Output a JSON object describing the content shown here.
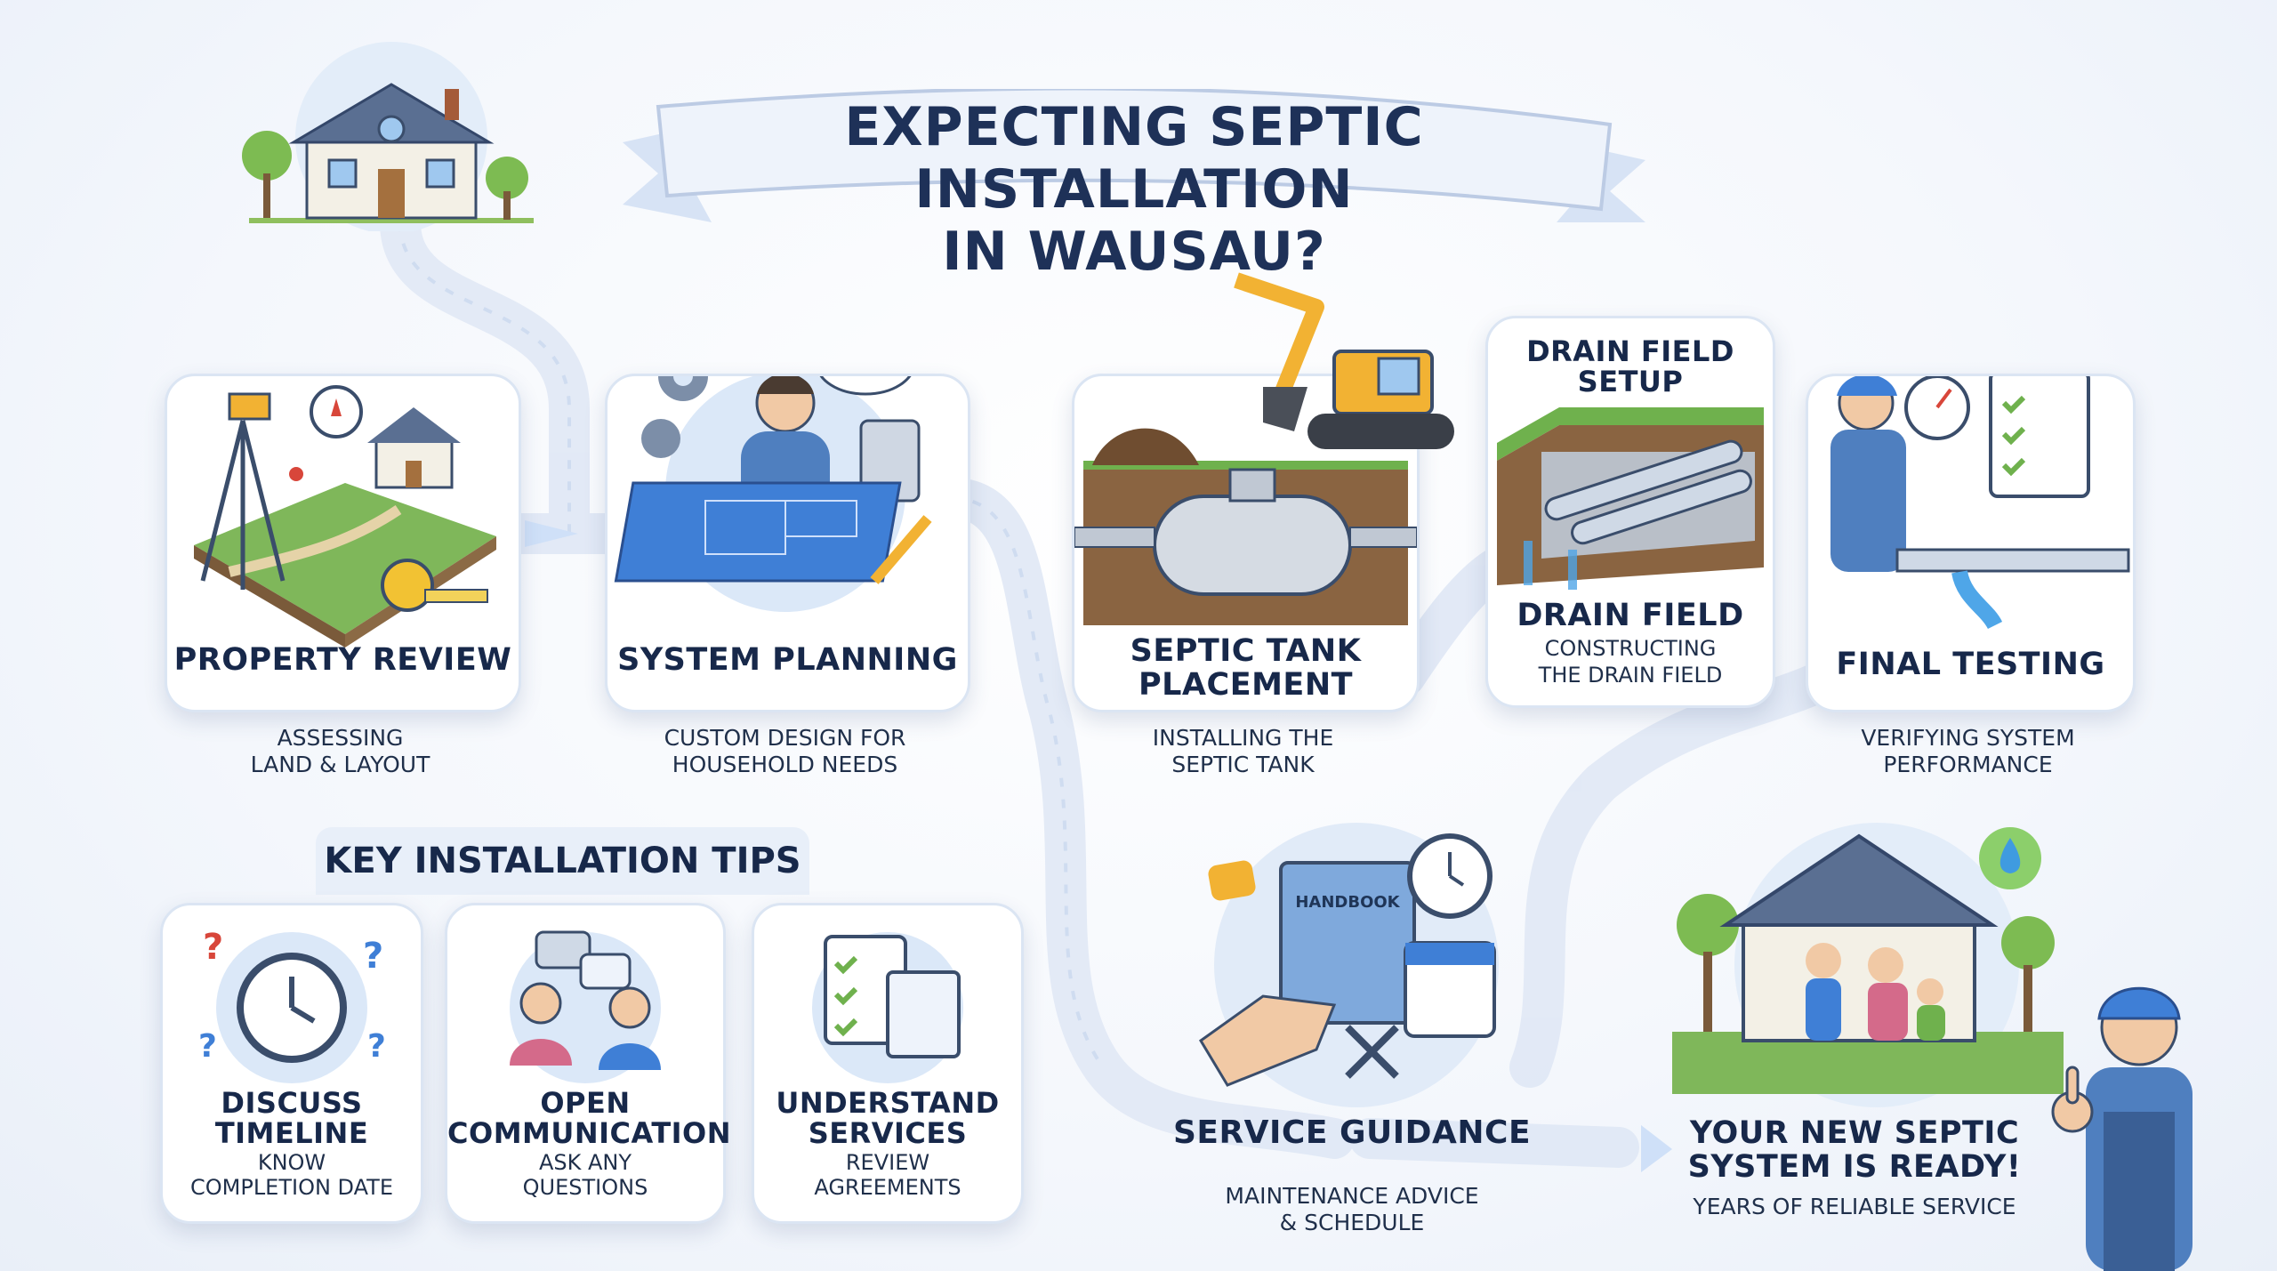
{
  "banner": {
    "line1": "EXPECTING SEPTIC INSTALLATION",
    "line2": "IN WAUSAU?"
  },
  "steps": [
    {
      "title": "PROPERTY REVIEW",
      "caption1": "ASSESSING",
      "caption2": "LAND & LAYOUT"
    },
    {
      "title": "SYSTEM PLANNING",
      "caption1": "CUSTOM DESIGN FOR",
      "caption2": "HOUSEHOLD NEEDS"
    },
    {
      "title1": "SEPTIC TANK",
      "title2": "PLACEMENT",
      "caption1": "INSTALLING THE",
      "caption2": "SEPTIC TANK"
    },
    {
      "heading1": "DRAIN FIELD",
      "heading2": "SETUP",
      "title": "DRAIN FIELD",
      "caption1": "CONSTRUCTING",
      "caption2": "THE DRAIN FIELD"
    },
    {
      "title": "FINAL TESTING",
      "caption1": "VERIFYING SYSTEM",
      "caption2": "PERFORMANCE"
    },
    {
      "title": "SERVICE GUIDANCE",
      "caption1": "MAINTENANCE ADVICE",
      "caption2": "& SCHEDULE",
      "book_label": "HANDBOOK"
    },
    {
      "title1": "YOUR NEW SEPTIC",
      "title2": "SYSTEM IS READY!",
      "caption": "YEARS OF RELIABLE SERVICE"
    }
  ],
  "tips": {
    "heading": "KEY INSTALLATION TIPS",
    "items": [
      {
        "title1": "DISCUSS",
        "title2": "TIMELINE",
        "sub1": "KNOW",
        "sub2": "COMPLETION DATE"
      },
      {
        "title1": "OPEN",
        "title2": "COMMUNICATION",
        "sub1": "ASK ANY",
        "sub2": "QUESTIONS"
      },
      {
        "title1": "UNDERSTAND",
        "title2": "SERVICES",
        "sub1": "REVIEW",
        "sub2": "AGREEMENTS"
      }
    ]
  },
  "colors": {
    "path": "#dfe8f6",
    "accent": "#3f7fd6",
    "green": "#6fb14d",
    "excavator": "#f2b233"
  }
}
